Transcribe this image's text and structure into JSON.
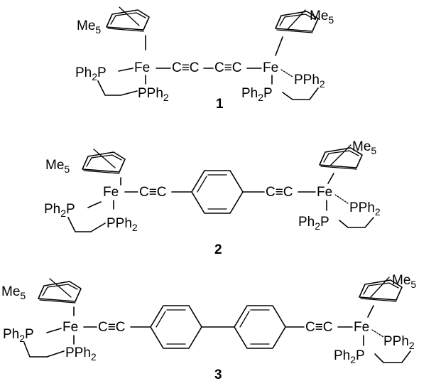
{
  "labels": {
    "me5": "Me",
    "me5_sub": "5",
    "fe": "Fe",
    "ph2p": "Ph",
    "ph2p_sub": "2",
    "ph2p_p": "P",
    "pph2_p": "PPh",
    "pph2_sub": "2",
    "c": "C",
    "c_equiv_c": "C≡C",
    "compound_1": "1",
    "compound_2": "2",
    "compound_3": "3"
  },
  "colors": {
    "ink": "#000000",
    "background": "#ffffff"
  }
}
